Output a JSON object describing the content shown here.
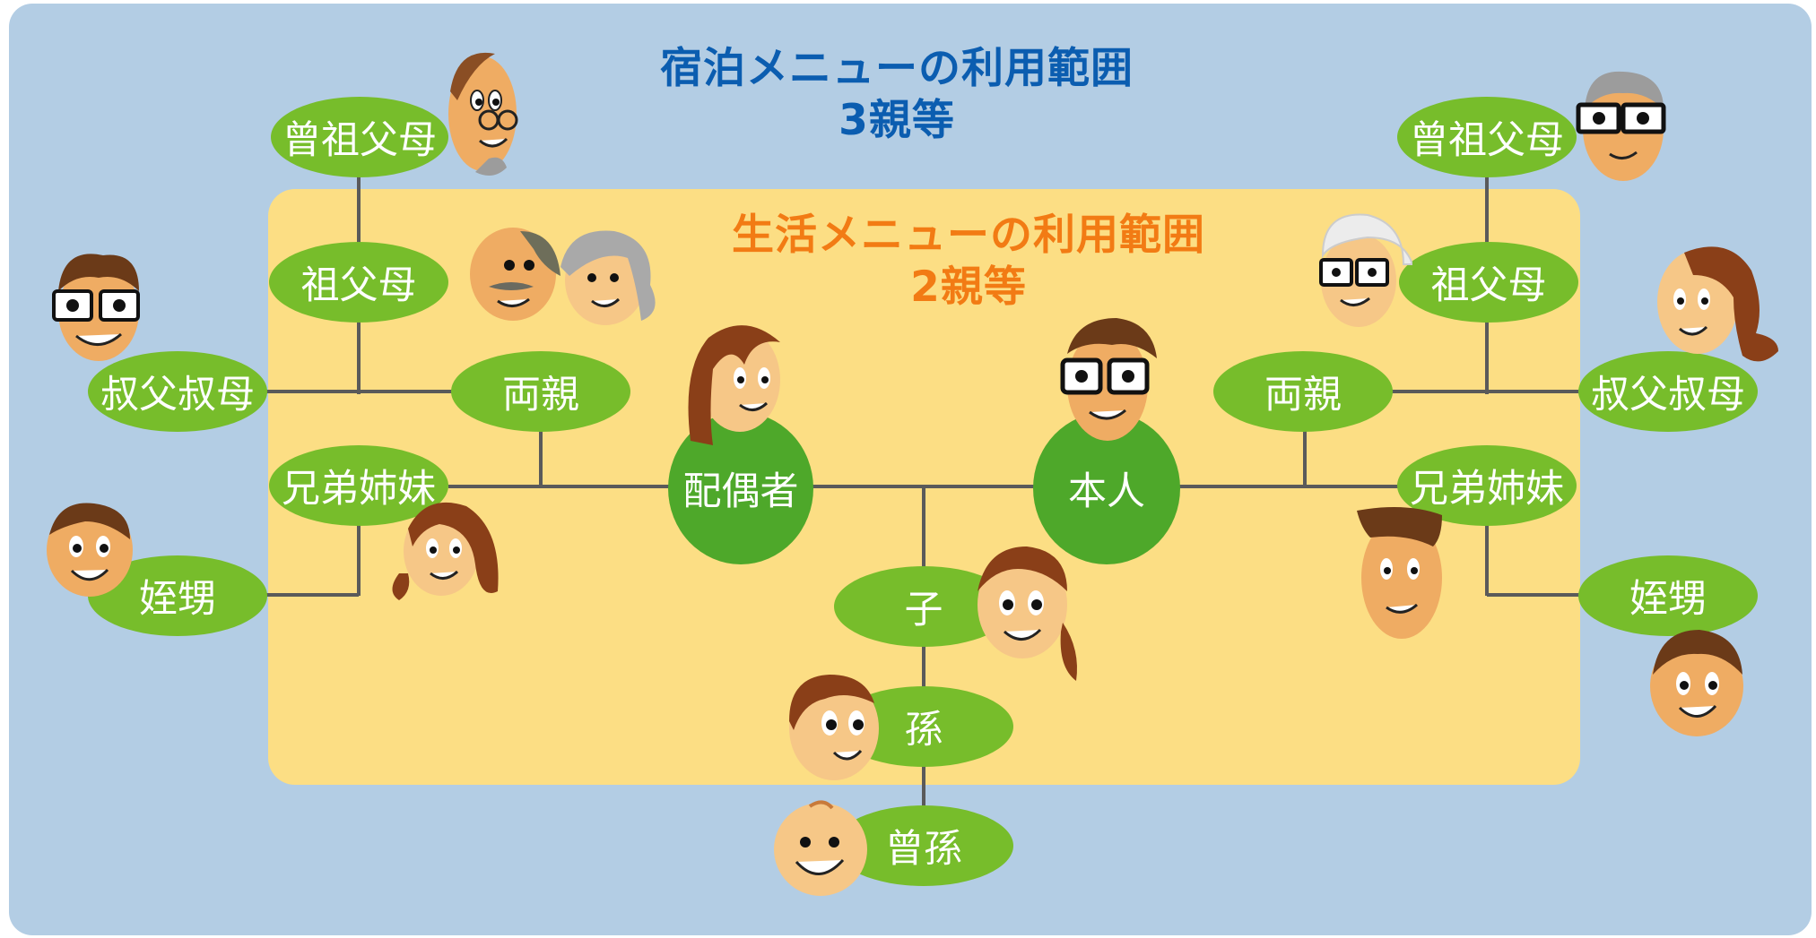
{
  "outer_title": {
    "line1": "宿泊メニューの利用範囲",
    "line2": "3親等"
  },
  "inner_title": {
    "line1": "生活メニューの利用範囲",
    "line2": "2親等"
  },
  "colors": {
    "outer_bg": "#b3cde4",
    "inner_bg": "#fcde84",
    "outer_title": "#0b5db0",
    "inner_title": "#f27b14",
    "node_light": "#77bd2b",
    "node_dark": "#4ea82a",
    "connector": "#5a5a5a"
  },
  "nodes": {
    "self": "本人",
    "spouse": "配偶者",
    "child": "子",
    "grandchild": "孫",
    "great_grandchild": "曾孫",
    "left": {
      "great_grandparents": "曾祖父母",
      "grandparents": "祖父母",
      "parents": "両親",
      "uncle_aunt": "叔父叔母",
      "siblings": "兄弟姉妹",
      "nephew_niece": "姪甥"
    },
    "right": {
      "great_grandparents": "曾祖父母",
      "grandparents": "祖父母",
      "parents": "両親",
      "uncle_aunt": "叔父叔母",
      "siblings": "兄弟姉妹",
      "nephew_niece": "姪甥"
    }
  }
}
